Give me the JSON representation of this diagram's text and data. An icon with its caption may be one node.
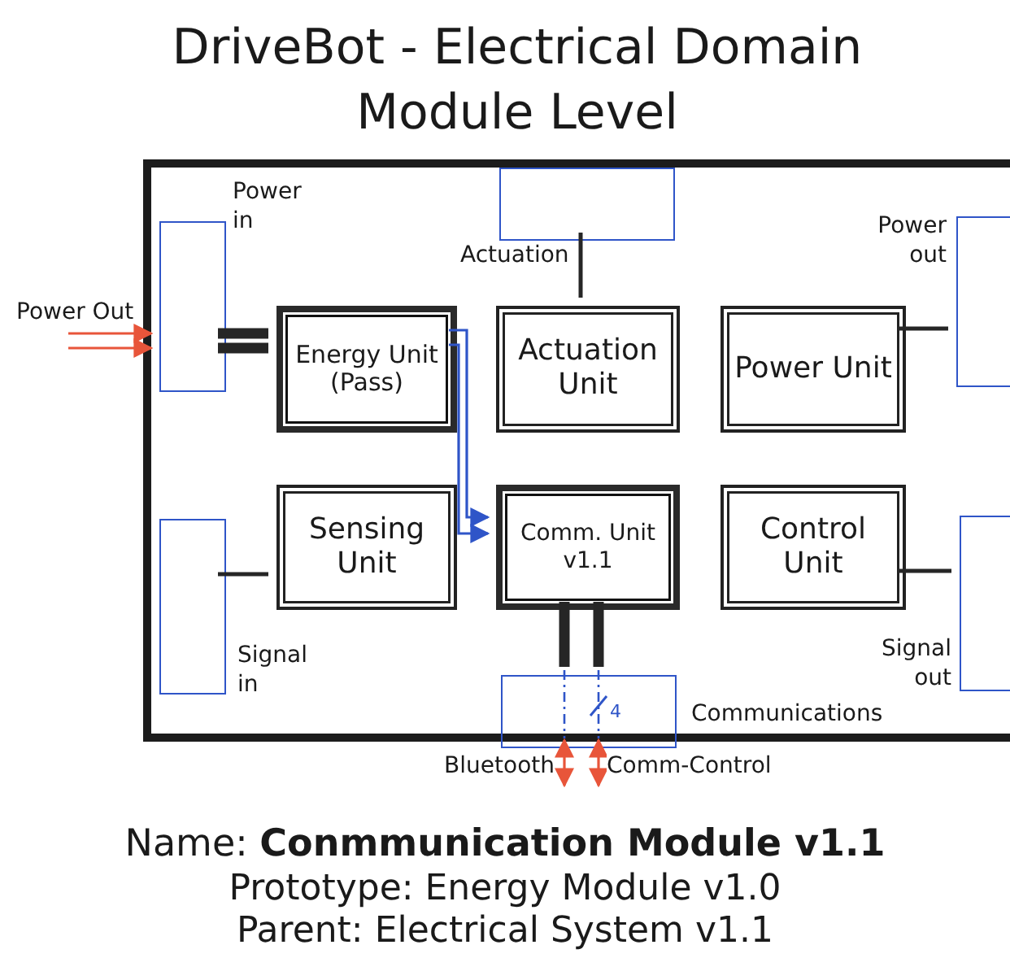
{
  "diagram": {
    "title": "DriveBot - Electrical Domain Module Level",
    "nodes": [
      {
        "text": [],
        "shape": "box"
      },
      {
        "text": [
          "Power in"
        ],
        "in": 0
      },
      {
        "text": [
          "Actuation"
        ],
        "in": 0
      },
      {
        "text": [
          "Power out"
        ],
        "in": 0
      },
      {
        "text": [
          "Energy Unit (Pass)"
        ],
        "in": 0
      },
      {
        "text": [
          "Actuation Unit"
        ],
        "in": 0
      },
      {
        "text": [
          "Power Unit"
        ],
        "in": 0
      },
      {
        "text": [
          "Sensing Unit"
        ],
        "in": 0
      },
      {
        "text": [
          "Comm. Unit v1.1"
        ],
        "in": 0
      },
      {
        "text": [
          "Control Unit"
        ],
        "in": 0
      },
      {
        "text": [
          "Signal in"
        ],
        "in": 0
      },
      {
        "text": [
          "Signal out"
        ],
        "in": 0
      },
      {
        "text": [
          "Communications"
        ],
        "in": 0
      }
    ],
    "edges": [
      {
        "from": null,
        "to": 1,
        "arrow": "to",
        "label": "Power Out",
        "color": "#e8553a"
      },
      {
        "from": null,
        "to": 1,
        "arrow": "to",
        "color": "#e8553a"
      },
      {
        "from": 1,
        "to": 4,
        "arrow": "none",
        "style": "thick"
      },
      {
        "from": 1,
        "to": 4,
        "arrow": "none",
        "style": "thick"
      },
      {
        "from": 2,
        "to": 5,
        "arrow": "none"
      },
      {
        "from": 6,
        "to": 3,
        "arrow": "none"
      },
      {
        "from": 7,
        "to": 10,
        "arrow": "none"
      },
      {
        "from": 9,
        "to": 11,
        "arrow": "none"
      },
      {
        "from": 4,
        "to": 8,
        "arrow": "to",
        "color": "#2f55c8"
      },
      {
        "from": 4,
        "to": 8,
        "arrow": "to",
        "color": "#2f55c8"
      },
      {
        "from": 8,
        "to": 12,
        "arrow": "none",
        "style": "thick"
      },
      {
        "from": 8,
        "to": 12,
        "arrow": "none",
        "style": "thick"
      },
      {
        "from": 12,
        "to": null,
        "arrow": "both",
        "label": "Bluetooth",
        "color": "#e8553a"
      },
      {
        "from": 12,
        "to": null,
        "arrow": "both",
        "label": "Comm-Control",
        "color": "#e8553a"
      }
    ],
    "labels": [
      "4",
      "Name: **Conmmunication Module v1.1**",
      "Prototype: Energy Module v1.0",
      "Parent: Electrical System v1.1"
    ]
  }
}
